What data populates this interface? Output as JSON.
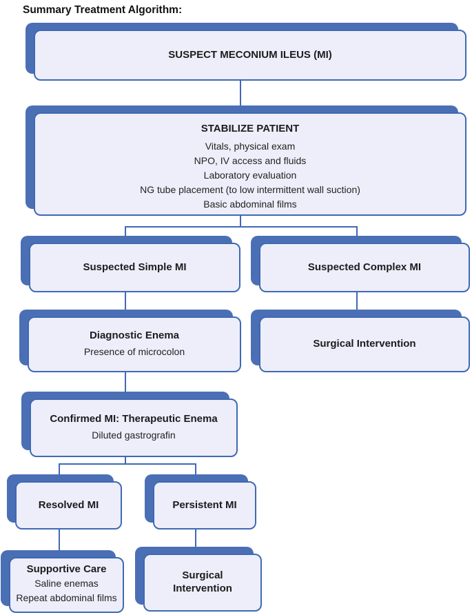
{
  "title": "Summary Treatment Algorithm:",
  "colors": {
    "shadow_blue": "#4b6fb5",
    "border_blue": "#3e69b3",
    "box_fill": "#edeef9",
    "text": "#1c1c1e"
  },
  "nodes": {
    "suspect_mi": {
      "title": "SUSPECT MECONIUM ILEUS (MI)"
    },
    "stabilize": {
      "title": "STABILIZE PATIENT",
      "lines": [
        "Vitals, physical exam",
        "NPO, IV access and fluids",
        "Laboratory evaluation",
        "NG tube placement (to low intermittent wall suction)",
        "Basic abdominal films"
      ]
    },
    "suspected_simple": {
      "title": "Suspected Simple MI"
    },
    "suspected_complex": {
      "title": "Suspected Complex MI"
    },
    "diagnostic_enema": {
      "title": "Diagnostic Enema",
      "subtitle": "Presence of microcolon"
    },
    "surgical_intervention_complex": {
      "title": "Surgical Intervention"
    },
    "confirmed_mi": {
      "title": "Confirmed MI: Therapeutic Enema",
      "subtitle": "Diluted gastrografin"
    },
    "resolved_mi": {
      "title": "Resolved MI"
    },
    "persistent_mi": {
      "title": "Persistent MI"
    },
    "supportive_care": {
      "title": "Supportive Care",
      "lines": [
        "Saline enemas",
        "Repeat abdominal films"
      ]
    },
    "surgical_intervention_persistent": {
      "title": "Surgical Intervention"
    }
  }
}
